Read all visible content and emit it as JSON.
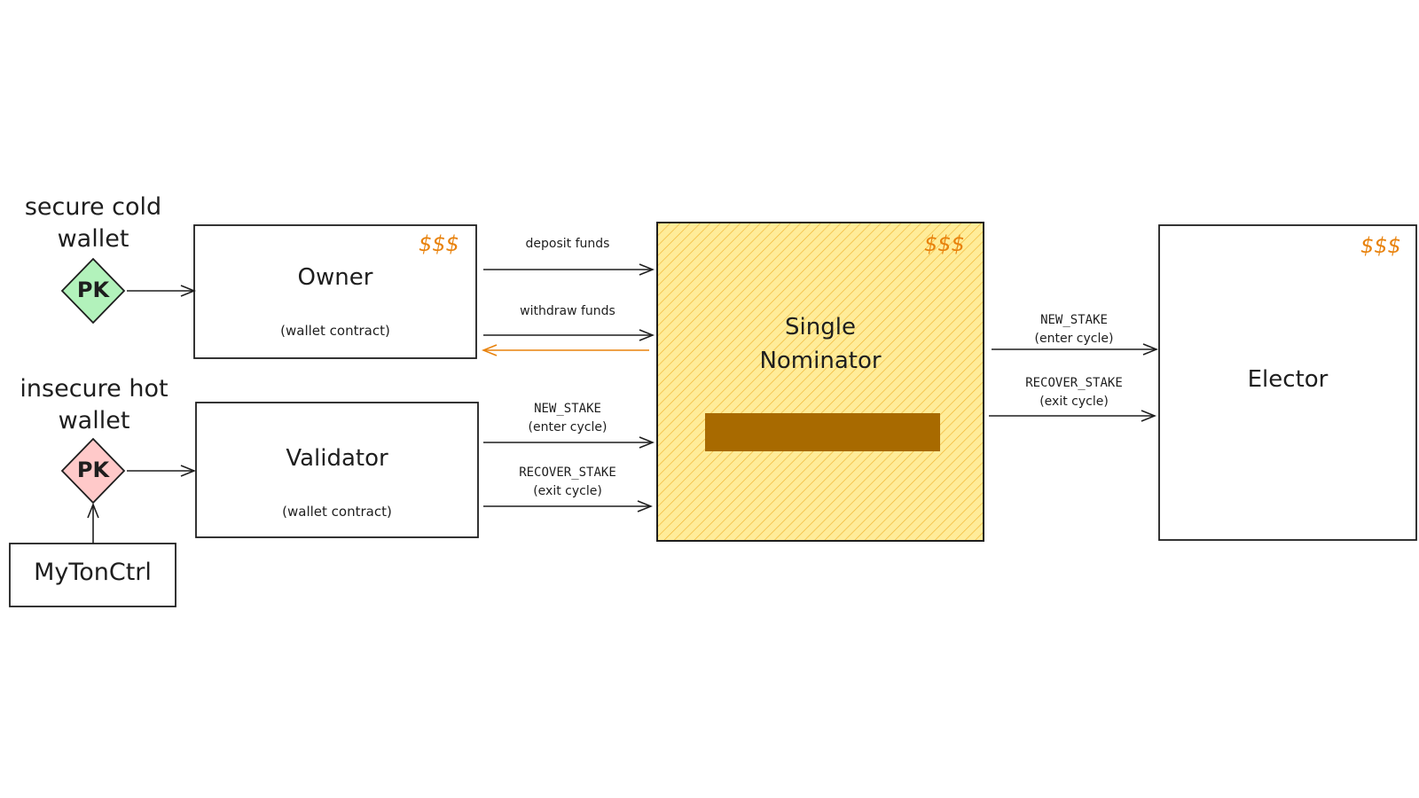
{
  "wallets": {
    "cold": {
      "label_line1": "secure cold",
      "label_line2": "wallet",
      "key": "PK",
      "color": "#b2f2bb"
    },
    "hot": {
      "label_line1": "insecure hot",
      "label_line2": "wallet",
      "key": "PK",
      "color": "#ffc9c9"
    }
  },
  "owner": {
    "title": "Owner",
    "subtitle": "(wallet contract)",
    "money": "$$$"
  },
  "validator": {
    "title": "Validator",
    "subtitle": "(wallet contract)"
  },
  "mytonctrl": {
    "label": "MyTonCtrl"
  },
  "single_nominator": {
    "title_line1": "Single",
    "title_line2": "Nominator",
    "money": "$$$",
    "fill_color": "#ffec99",
    "hatch_color": "#f0b430",
    "bar_color": "#a86a00"
  },
  "elector": {
    "title": "Elector",
    "money": "$$$"
  },
  "arrows": {
    "deposit": "deposit funds",
    "withdraw": "withdraw funds",
    "val_new_stake": "NEW_STAKE",
    "val_new_stake_sub": "(enter cycle)",
    "val_recover_stake": "RECOVER_STAKE",
    "val_recover_stake_sub": "(exit cycle)",
    "el_new_stake": "NEW_STAKE",
    "el_new_stake_sub": "(enter cycle)",
    "el_recover_stake": "RECOVER_STAKE",
    "el_recover_stake_sub": "(exit cycle)",
    "return_color": "#e8820c"
  }
}
